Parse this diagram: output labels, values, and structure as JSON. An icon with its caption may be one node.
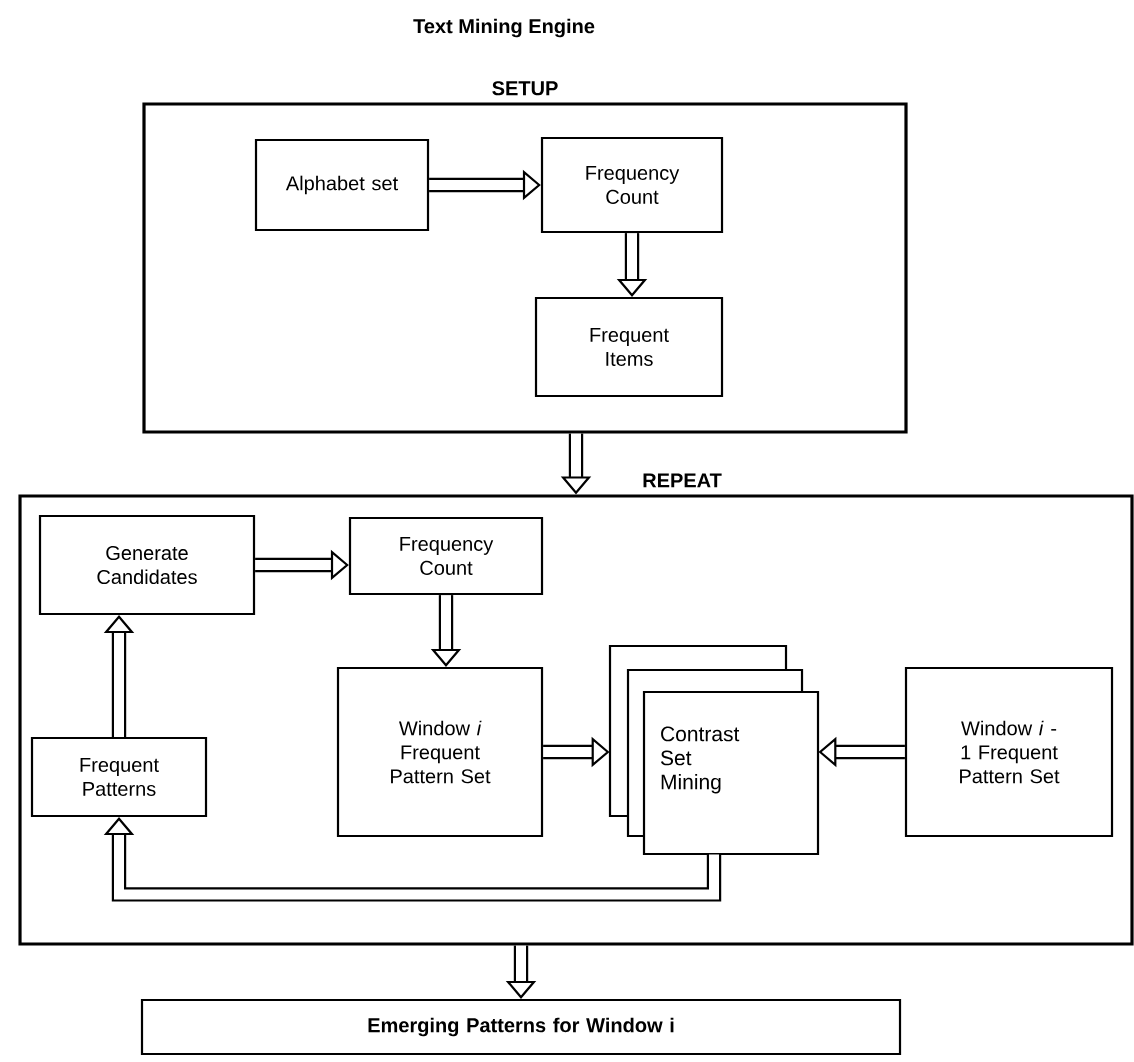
{
  "diagram": {
    "title": "Text Mining Engine",
    "nodes": [
      {
        "text": [
          "SETUP"
        ]
      },
      {
        "text": [
          "Alphabet set"
        ],
        "in": 0
      },
      {
        "text": [
          "Frequency Count"
        ],
        "in": 0
      },
      {
        "text": [
          "Frequent Items"
        ],
        "in": 0
      },
      {
        "text": [
          "REPEAT"
        ]
      },
      {
        "text": [
          "Generate Candidates"
        ],
        "in": 4
      },
      {
        "text": [
          "Frequency Count"
        ],
        "in": 4
      },
      {
        "text": [
          "Window *i* Frequent Pattern Set"
        ],
        "in": 4
      },
      {
        "text": [
          "Contrast Set Mining"
        ],
        "in": 4
      },
      {
        "text": [
          "Window *i* -1 Frequent Pattern Set"
        ],
        "in": 4
      },
      {
        "text": [
          "Frequent Patterns"
        ],
        "in": 4
      },
      {
        "text": [
          "Emerging Patterns for Window i"
        ]
      }
    ],
    "edges": [
      {
        "from": 1,
        "to": 2,
        "arrow": "to"
      },
      {
        "from": 2,
        "to": 3,
        "arrow": "to"
      },
      {
        "from": 0,
        "to": 4,
        "arrow": "to"
      },
      {
        "from": 5,
        "to": 6,
        "arrow": "to"
      },
      {
        "from": 6,
        "to": 7,
        "arrow": "to"
      },
      {
        "from": 7,
        "to": 8,
        "arrow": "to"
      },
      {
        "from": 9,
        "to": 8,
        "arrow": "to"
      },
      {
        "from": 8,
        "to": 10,
        "arrow": "to"
      },
      {
        "from": 10,
        "to": 5,
        "arrow": "to"
      },
      {
        "from": 4,
        "to": 11,
        "arrow": "to"
      }
    ]
  }
}
